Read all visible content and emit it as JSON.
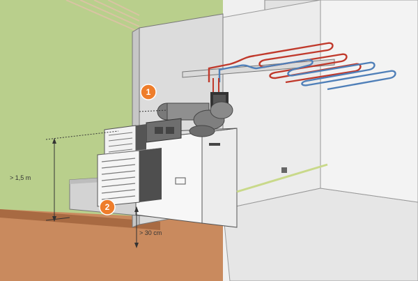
{
  "labels": {
    "height_min": "> 1,5 m",
    "clearance_min": "> 30 cm"
  },
  "badges": [
    "1",
    "2"
  ],
  "colors": {
    "ground": "#b9cf8c",
    "soil": "#c98a5e",
    "accent": "#ee7d2b",
    "pipe_hot": "#c0392b",
    "pipe_cold": "#4f7fb8",
    "wall": "#e5e5e5",
    "outline": "#555555"
  }
}
